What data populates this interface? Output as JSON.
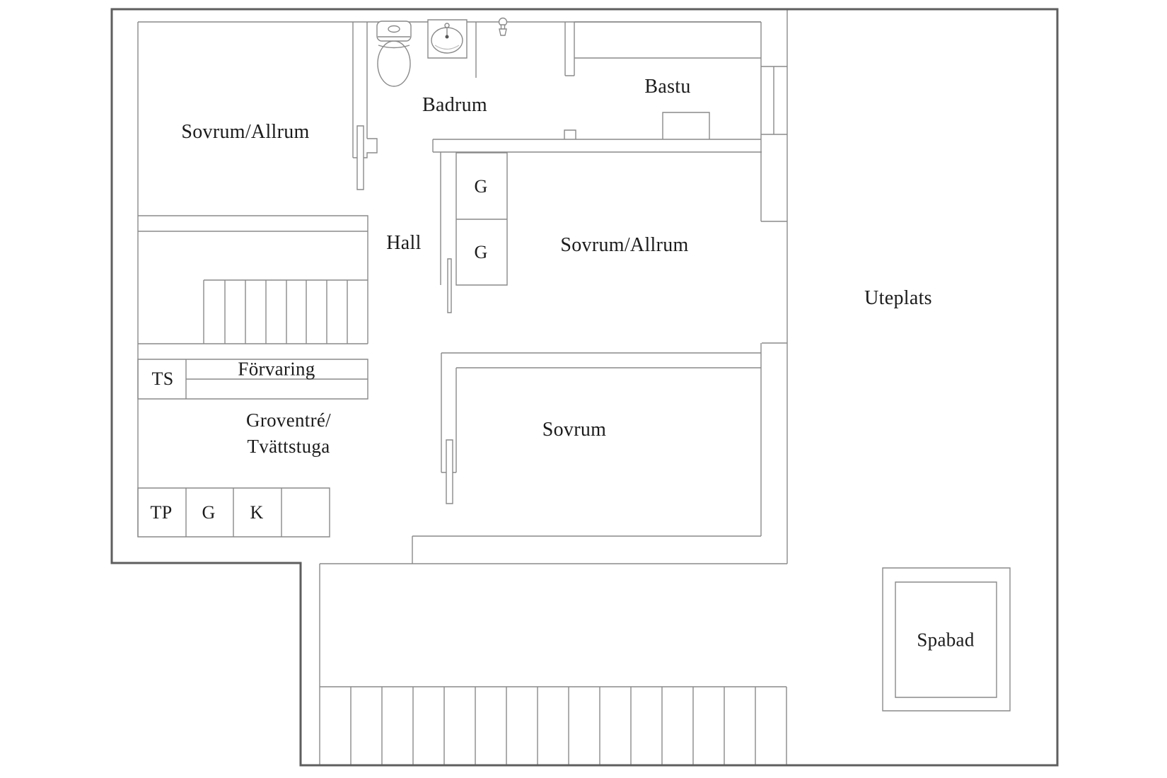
{
  "title": "Floor plan",
  "colors": {
    "background": "#ffffff",
    "wall_line": "#8a8a8a",
    "outer_outline": "#5e5e5e",
    "text": "#1b1b1b"
  },
  "labels": {
    "sovrum_allrum_top": "Sovrum/Allrum",
    "badrum": "Badrum",
    "bastu": "Bastu",
    "hall": "Hall",
    "g_upper": "G",
    "g_lower": "G",
    "sovrum_allrum_mid": "Sovrum/Allrum",
    "uteplats": "Uteplats",
    "forvaring": "Förvaring",
    "ts": "TS",
    "groventre_line1": "Groventré/",
    "groventre_line2": "Tvättstuga",
    "tp": "TP",
    "g_bottom": "G",
    "k": "K",
    "sovrum": "Sovrum",
    "spabad": "Spabad"
  },
  "icons": [
    "toilet-icon",
    "sink-icon",
    "shower-head-icon",
    "sauna-bench",
    "sauna-heater-icon",
    "window-icon",
    "door-leaf-icon",
    "stairs-icon",
    "deck-boards",
    "spa-tub-icon",
    "wardrobe-icon"
  ],
  "counts": {
    "stair_treads": 8,
    "deck_boards": 15,
    "wardrobe_units": 2
  }
}
